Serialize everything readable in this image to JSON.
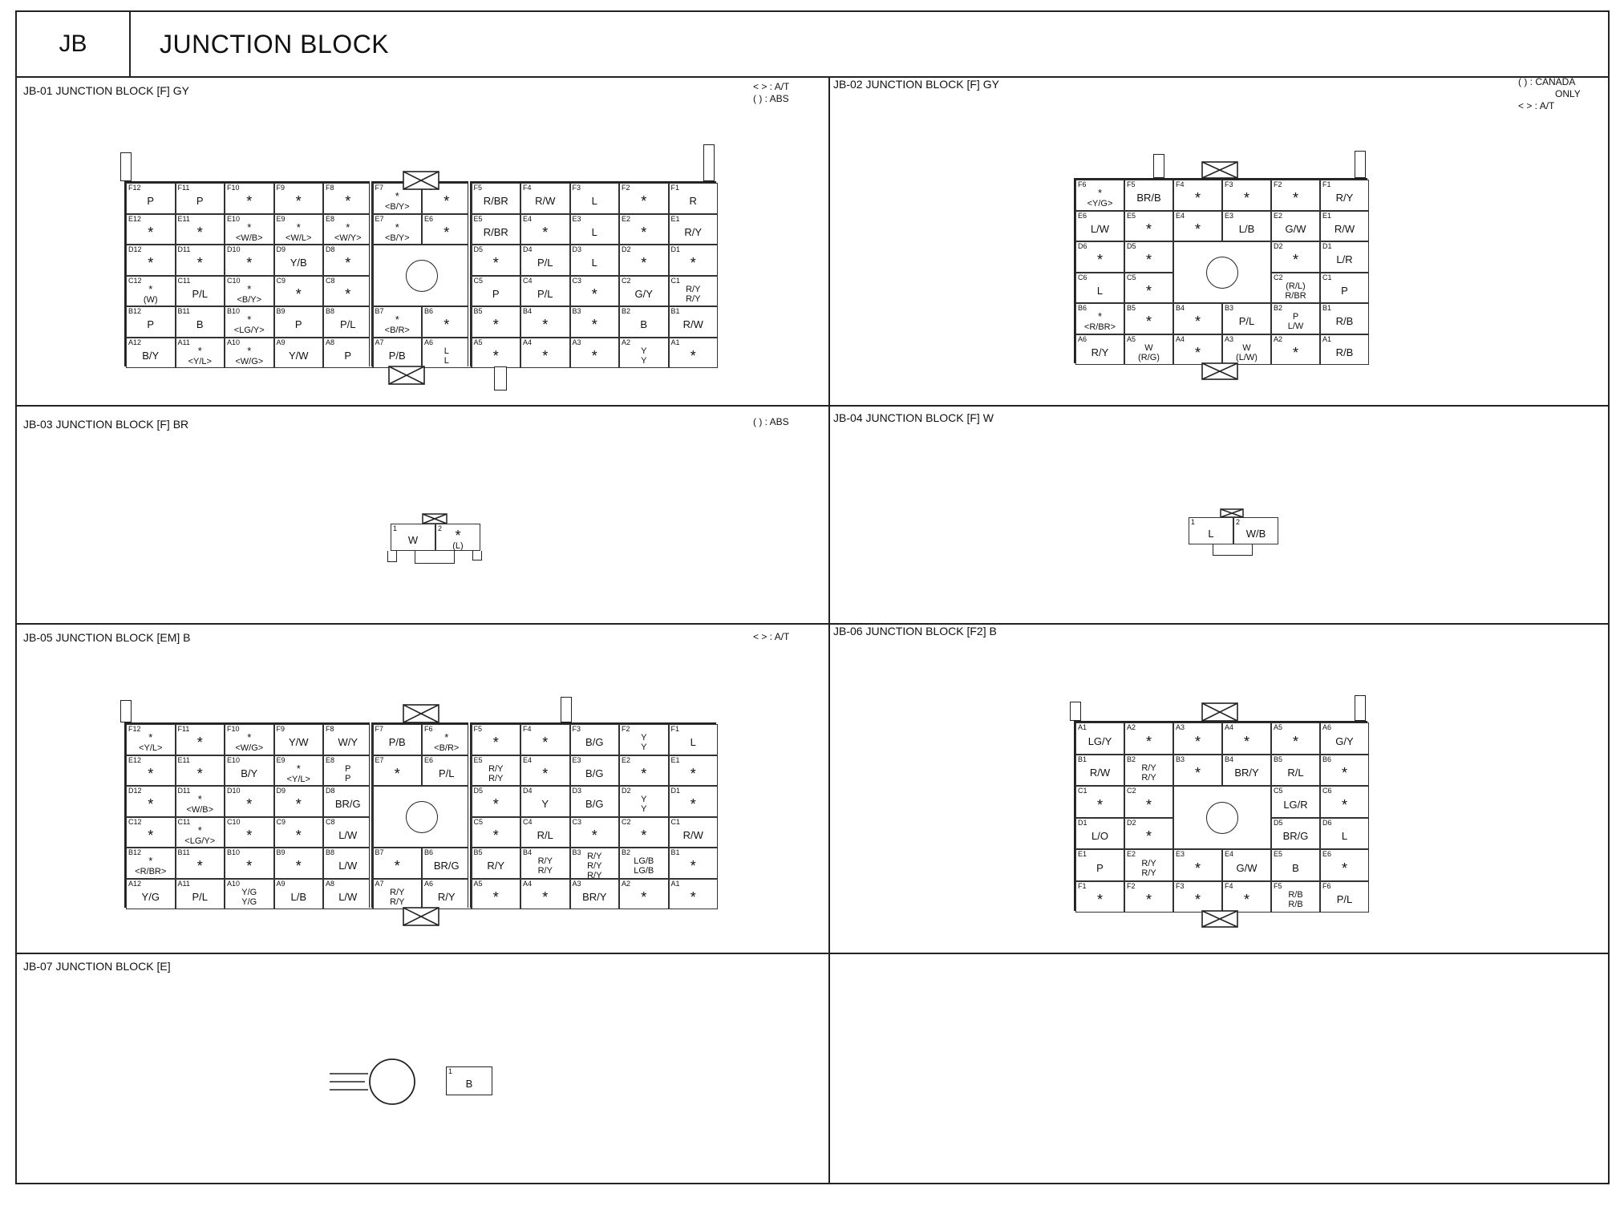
{
  "header": {
    "code": "JB",
    "title": "JUNCTION BLOCK"
  },
  "panels": {
    "jb01": {
      "title": "JB-01 JUNCTION BLOCK [F] GY",
      "legend": [
        "< > : A/T",
        "( ) : ABS"
      ],
      "rows": [
        [
          [
            "F12",
            "P"
          ],
          [
            "F11",
            "P"
          ],
          [
            "F10",
            "*"
          ],
          [
            "F9",
            "*"
          ],
          [
            "F8",
            "*"
          ],
          [
            "F7",
            "*|<B/Y>"
          ],
          [
            "F6",
            "*"
          ],
          [
            "F5",
            "R/BR"
          ],
          [
            "F4",
            "R/W"
          ],
          [
            "F3",
            "L"
          ],
          [
            "F2",
            "*"
          ],
          [
            "F1",
            "R"
          ]
        ],
        [
          [
            "E12",
            "*"
          ],
          [
            "E11",
            "*"
          ],
          [
            "E10",
            "*|<W/B>"
          ],
          [
            "E9",
            "*|<W/L>"
          ],
          [
            "E8",
            "*|<W/Y>"
          ],
          [
            "E7",
            "*|<B/Y>"
          ],
          [
            "E6",
            "*"
          ],
          [
            "E5",
            "R/BR"
          ],
          [
            "E4",
            "*"
          ],
          [
            "E3",
            "L"
          ],
          [
            "E2",
            "*"
          ],
          [
            "E1",
            "R/Y"
          ]
        ],
        [
          [
            "D12",
            "*"
          ],
          [
            "D11",
            "*"
          ],
          [
            "D10",
            "*"
          ],
          [
            "D9",
            "Y/B"
          ],
          [
            "D8",
            "*"
          ],
          null,
          null,
          [
            "D5",
            "*"
          ],
          [
            "D4",
            "P/L"
          ],
          [
            "D3",
            "L"
          ],
          [
            "D2",
            "*"
          ],
          [
            "D1",
            "*"
          ]
        ],
        [
          [
            "C12",
            "*|(W)"
          ],
          [
            "C11",
            "P/L"
          ],
          [
            "C10",
            "*|<B/Y>"
          ],
          [
            "C9",
            "*"
          ],
          [
            "C8",
            "*"
          ],
          null,
          null,
          [
            "C5",
            "P"
          ],
          [
            "C4",
            "P/L"
          ],
          [
            "C3",
            "*"
          ],
          [
            "C2",
            "G/Y"
          ],
          [
            "C1",
            "R/Y|R/Y"
          ]
        ],
        [
          [
            "B12",
            "P"
          ],
          [
            "B11",
            "B"
          ],
          [
            "B10",
            "*|<LG/Y>"
          ],
          [
            "B9",
            "P"
          ],
          [
            "B8",
            "P/L"
          ],
          [
            "B7",
            "*|<B/R>"
          ],
          [
            "B6",
            "*"
          ],
          [
            "B5",
            "*"
          ],
          [
            "B4",
            "*"
          ],
          [
            "B3",
            "*"
          ],
          [
            "B2",
            "B"
          ],
          [
            "B1",
            "R/W"
          ]
        ],
        [
          [
            "A12",
            "B/Y"
          ],
          [
            "A11",
            "*|<Y/L>"
          ],
          [
            "A10",
            "*|<W/G>"
          ],
          [
            "A9",
            "Y/W"
          ],
          [
            "A8",
            "P"
          ],
          [
            "A7",
            "P/B"
          ],
          [
            "A6",
            "L|L"
          ],
          [
            "A5",
            "*"
          ],
          [
            "A4",
            "*"
          ],
          [
            "A3",
            "*"
          ],
          [
            "A2",
            "Y|Y"
          ],
          [
            "A1",
            "*"
          ]
        ]
      ]
    },
    "jb02": {
      "title": "JB-02 JUNCTION BLOCK [F] GY",
      "legend": [
        "( ) : CANADA",
        "ONLY",
        "< > : A/T"
      ],
      "rows": [
        [
          [
            "F6",
            "*|<Y/G>"
          ],
          [
            "F5",
            "BR/B"
          ],
          [
            "F4",
            "*"
          ],
          [
            "F3",
            "*"
          ],
          [
            "F2",
            "*"
          ],
          [
            "F1",
            "R/Y"
          ]
        ],
        [
          [
            "E6",
            "L/W"
          ],
          [
            "E5",
            "*"
          ],
          [
            "E4",
            "*"
          ],
          [
            "E3",
            "L/B"
          ],
          [
            "E2",
            "G/W"
          ],
          [
            "E1",
            "R/W"
          ]
        ],
        [
          [
            "D6",
            "*"
          ],
          [
            "D5",
            "*"
          ],
          null,
          null,
          [
            "D2",
            "*"
          ],
          [
            "D1",
            "L/R"
          ]
        ],
        [
          [
            "C6",
            "L"
          ],
          [
            "C5",
            "*"
          ],
          null,
          null,
          [
            "C2",
            "(R/L)|R/BR"
          ],
          [
            "C1",
            "P"
          ]
        ],
        [
          [
            "B6",
            "*|<R/BR>"
          ],
          [
            "B5",
            "*"
          ],
          [
            "B4",
            "*"
          ],
          [
            "B3",
            "P/L"
          ],
          [
            "B2",
            "P|L/W"
          ],
          [
            "B1",
            "R/B"
          ]
        ],
        [
          [
            "A6",
            "R/Y"
          ],
          [
            "A5",
            "W|(R/G)"
          ],
          [
            "A4",
            "*"
          ],
          [
            "A3",
            "W|(L/W)"
          ],
          [
            "A2",
            "*"
          ],
          [
            "A1",
            "R/B"
          ]
        ]
      ]
    },
    "jb03": {
      "title": "JB-03 JUNCTION BLOCK [F] BR",
      "legend": [
        "( ) : ABS"
      ],
      "pins": [
        [
          "1",
          "W"
        ],
        [
          "2",
          "*|(L)"
        ]
      ]
    },
    "jb04": {
      "title": "JB-04 JUNCTION BLOCK [F] W",
      "pins": [
        [
          "1",
          "L"
        ],
        [
          "2",
          "W/B"
        ]
      ]
    },
    "jb05": {
      "title": "JB-05 JUNCTION BLOCK [EM] B",
      "legend": [
        "< > : A/T"
      ],
      "rows": [
        [
          [
            "F12",
            "*|<Y/L>"
          ],
          [
            "F11",
            "*"
          ],
          [
            "F10",
            "*|<W/G>"
          ],
          [
            "F9",
            "Y/W"
          ],
          [
            "F8",
            "W/Y"
          ],
          [
            "F7",
            "P/B"
          ],
          [
            "F6",
            "*|<B/R>"
          ],
          [
            "F5",
            "*"
          ],
          [
            "F4",
            "*"
          ],
          [
            "F3",
            "B/G"
          ],
          [
            "F2",
            "Y|Y"
          ],
          [
            "F1",
            "L"
          ]
        ],
        [
          [
            "E12",
            "*"
          ],
          [
            "E11",
            "*"
          ],
          [
            "E10",
            "B/Y"
          ],
          [
            "E9",
            "*|<Y/L>"
          ],
          [
            "E8",
            "P|P"
          ],
          [
            "E7",
            "*"
          ],
          [
            "E6",
            "P/L"
          ],
          [
            "E5",
            "R/Y|R/Y"
          ],
          [
            "E4",
            "*"
          ],
          [
            "E3",
            "B/G"
          ],
          [
            "E2",
            "*"
          ],
          [
            "E1",
            "*"
          ]
        ],
        [
          [
            "D12",
            "*"
          ],
          [
            "D11",
            "*|<W/B>"
          ],
          [
            "D10",
            "*"
          ],
          [
            "D9",
            "*"
          ],
          [
            "D8",
            "BR/G"
          ],
          null,
          null,
          [
            "D5",
            "*"
          ],
          [
            "D4",
            "Y"
          ],
          [
            "D3",
            "B/G"
          ],
          [
            "D2",
            "Y|Y"
          ],
          [
            "D1",
            "*"
          ]
        ],
        [
          [
            "C12",
            "*"
          ],
          [
            "C11",
            "*|<LG/Y>"
          ],
          [
            "C10",
            "*"
          ],
          [
            "C9",
            "*"
          ],
          [
            "C8",
            "L/W"
          ],
          null,
          null,
          [
            "C5",
            "*"
          ],
          [
            "C4",
            "R/L"
          ],
          [
            "C3",
            "*"
          ],
          [
            "C2",
            "*"
          ],
          [
            "C1",
            "R/W"
          ]
        ],
        [
          [
            "B12",
            "*|<R/BR>"
          ],
          [
            "B11",
            "*"
          ],
          [
            "B10",
            "*"
          ],
          [
            "B9",
            "*"
          ],
          [
            "B8",
            "L/W"
          ],
          [
            "B7",
            "*"
          ],
          [
            "B6",
            "BR/G"
          ],
          [
            "B5",
            "R/Y"
          ],
          [
            "B4",
            "R/Y|R/Y"
          ],
          [
            "B3",
            "R/Y|R/Y|R/Y"
          ],
          [
            "B2",
            "LG/B|LG/B"
          ],
          [
            "B1",
            "*"
          ]
        ],
        [
          [
            "A12",
            "Y/G"
          ],
          [
            "A11",
            "P/L"
          ],
          [
            "A10",
            "Y/G|Y/G"
          ],
          [
            "A9",
            "L/B"
          ],
          [
            "A8",
            "L/W"
          ],
          [
            "A7",
            "R/Y|R/Y"
          ],
          [
            "A6",
            "R/Y"
          ],
          [
            "A5",
            "*"
          ],
          [
            "A4",
            "*"
          ],
          [
            "A3",
            "BR/Y"
          ],
          [
            "A2",
            "*"
          ],
          [
            "A1",
            "*"
          ]
        ]
      ]
    },
    "jb06": {
      "title": "JB-06 JUNCTION BLOCK [F2] B",
      "rows": [
        [
          [
            "A1",
            "LG/Y"
          ],
          [
            "A2",
            "*"
          ],
          [
            "A3",
            "*"
          ],
          [
            "A4",
            "*"
          ],
          [
            "A5",
            "*"
          ],
          [
            "A6",
            "G/Y"
          ]
        ],
        [
          [
            "B1",
            "R/W"
          ],
          [
            "B2",
            "R/Y|R/Y"
          ],
          [
            "B3",
            "*"
          ],
          [
            "B4",
            "BR/Y"
          ],
          [
            "B5",
            "R/L"
          ],
          [
            "B6",
            "*"
          ]
        ],
        [
          [
            "C1",
            "*"
          ],
          [
            "C2",
            "*"
          ],
          null,
          null,
          [
            "C5",
            "LG/R"
          ],
          [
            "C6",
            "*"
          ]
        ],
        [
          [
            "D1",
            "L/O"
          ],
          [
            "D2",
            "*"
          ],
          null,
          null,
          [
            "D5",
            "BR/G"
          ],
          [
            "D6",
            "L"
          ]
        ],
        [
          [
            "E1",
            "P"
          ],
          [
            "E2",
            "R/Y|R/Y"
          ],
          [
            "E3",
            "*"
          ],
          [
            "E4",
            "G/W"
          ],
          [
            "E5",
            "B"
          ],
          [
            "E6",
            "*"
          ]
        ],
        [
          [
            "F1",
            "*"
          ],
          [
            "F2",
            "*"
          ],
          [
            "F3",
            "*"
          ],
          [
            "F4",
            "*"
          ],
          [
            "F5",
            "R/B|R/B"
          ],
          [
            "F6",
            "P/L"
          ]
        ]
      ]
    },
    "jb07": {
      "title": "JB-07 JUNCTION BLOCK [E]",
      "pins": [
        [
          "1",
          "B"
        ]
      ]
    }
  }
}
